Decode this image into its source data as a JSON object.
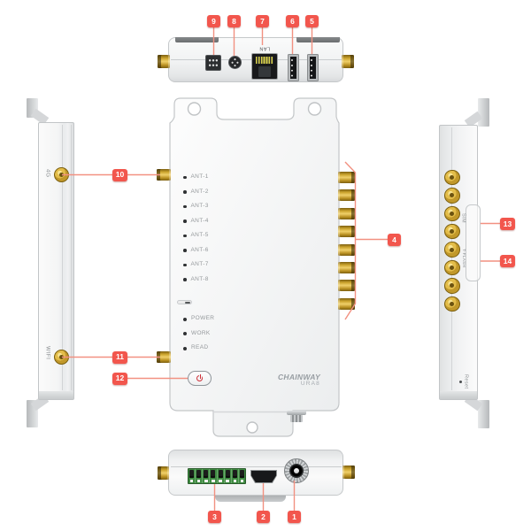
{
  "product": {
    "brand": "CHAINWAY",
    "model": "URA8"
  },
  "front_panel": {
    "antenna_leds": [
      "ANT-1",
      "ANT-2",
      "ANT-3",
      "ANT-4",
      "ANT-5",
      "ANT-6",
      "ANT-7",
      "ANT-8"
    ],
    "status_leds": [
      "POWER",
      "WORK",
      "READ"
    ]
  },
  "left_panel": {
    "cellular_antenna_label": "4G",
    "wifi_antenna_label": "WIFI"
  },
  "right_panel": {
    "sim_slot_label": "SIM",
    "tflash_slot_label": "T-FLASH",
    "reset_label": "Reset"
  },
  "top_panel": {
    "lan_port_label": "LAN"
  },
  "callouts": {
    "c1": "1",
    "c2": "2",
    "c3": "3",
    "c4": "4",
    "c5": "5",
    "c6": "6",
    "c7": "7",
    "c8": "8",
    "c9": "9",
    "c10": "10",
    "c11": "11",
    "c12": "12",
    "c13": "13",
    "c14": "14"
  },
  "colors": {
    "callout_bg": "#f2564d",
    "leader_line": "#f29181",
    "connector_gold": "#e3bd4a",
    "terminal_green": "#3f8c42"
  }
}
